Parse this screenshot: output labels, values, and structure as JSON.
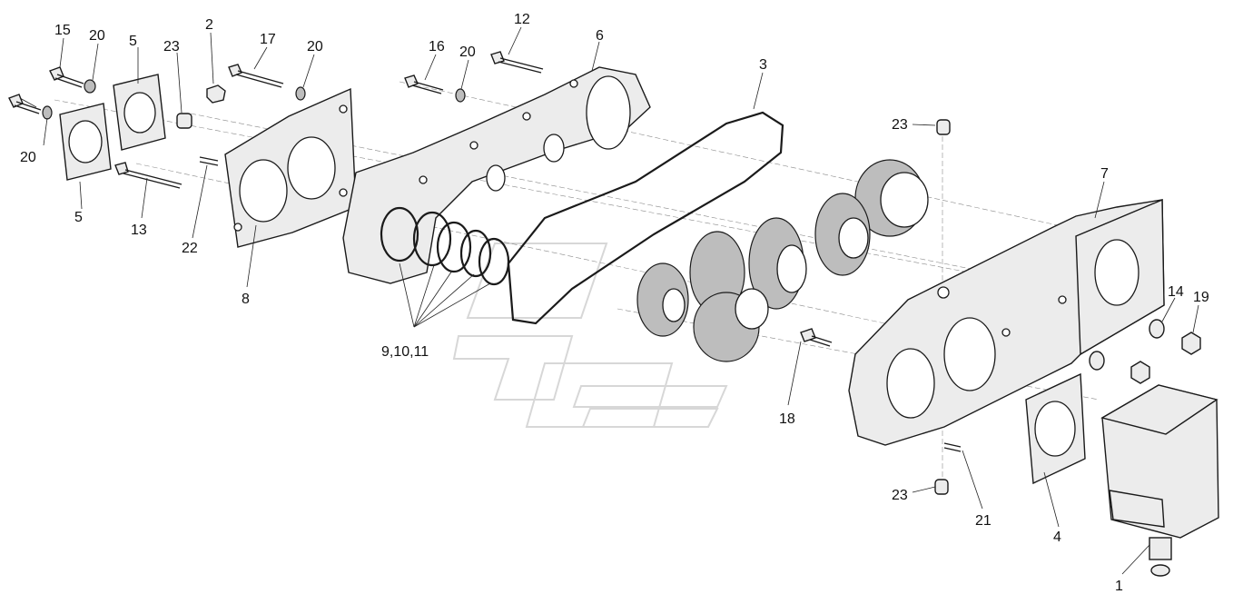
{
  "diagram": {
    "type": "exploded-assembly",
    "callouts": [
      {
        "id": "c15a",
        "label": "15"
      },
      {
        "id": "c20a",
        "label": "20"
      },
      {
        "id": "c5a",
        "label": "5"
      },
      {
        "id": "c23a",
        "label": "23"
      },
      {
        "id": "c2",
        "label": "2"
      },
      {
        "id": "c17",
        "label": "17"
      },
      {
        "id": "c20b",
        "label": "20"
      },
      {
        "id": "c16",
        "label": "16"
      },
      {
        "id": "c20c",
        "label": "20"
      },
      {
        "id": "c12",
        "label": "12"
      },
      {
        "id": "c6",
        "label": "6"
      },
      {
        "id": "c3",
        "label": "3"
      },
      {
        "id": "c23b",
        "label": "23"
      },
      {
        "id": "c7",
        "label": "7"
      },
      {
        "id": "c14",
        "label": "14"
      },
      {
        "id": "c19",
        "label": "19"
      },
      {
        "id": "c20d",
        "label": "20"
      },
      {
        "id": "c5b",
        "label": "5"
      },
      {
        "id": "c13",
        "label": "13"
      },
      {
        "id": "c22",
        "label": "22"
      },
      {
        "id": "c8",
        "label": "8"
      },
      {
        "id": "c9",
        "label": "9,10,11"
      },
      {
        "id": "c18",
        "label": "18"
      },
      {
        "id": "c23c",
        "label": "23"
      },
      {
        "id": "c21",
        "label": "21"
      },
      {
        "id": "c4",
        "label": "4"
      },
      {
        "id": "c1",
        "label": "1"
      }
    ]
  },
  "colors": {
    "line": "#1a1a1a",
    "fill_light": "#ececec",
    "fill_dark": "#bdbdbd",
    "watermark": "#d7d7d7"
  }
}
